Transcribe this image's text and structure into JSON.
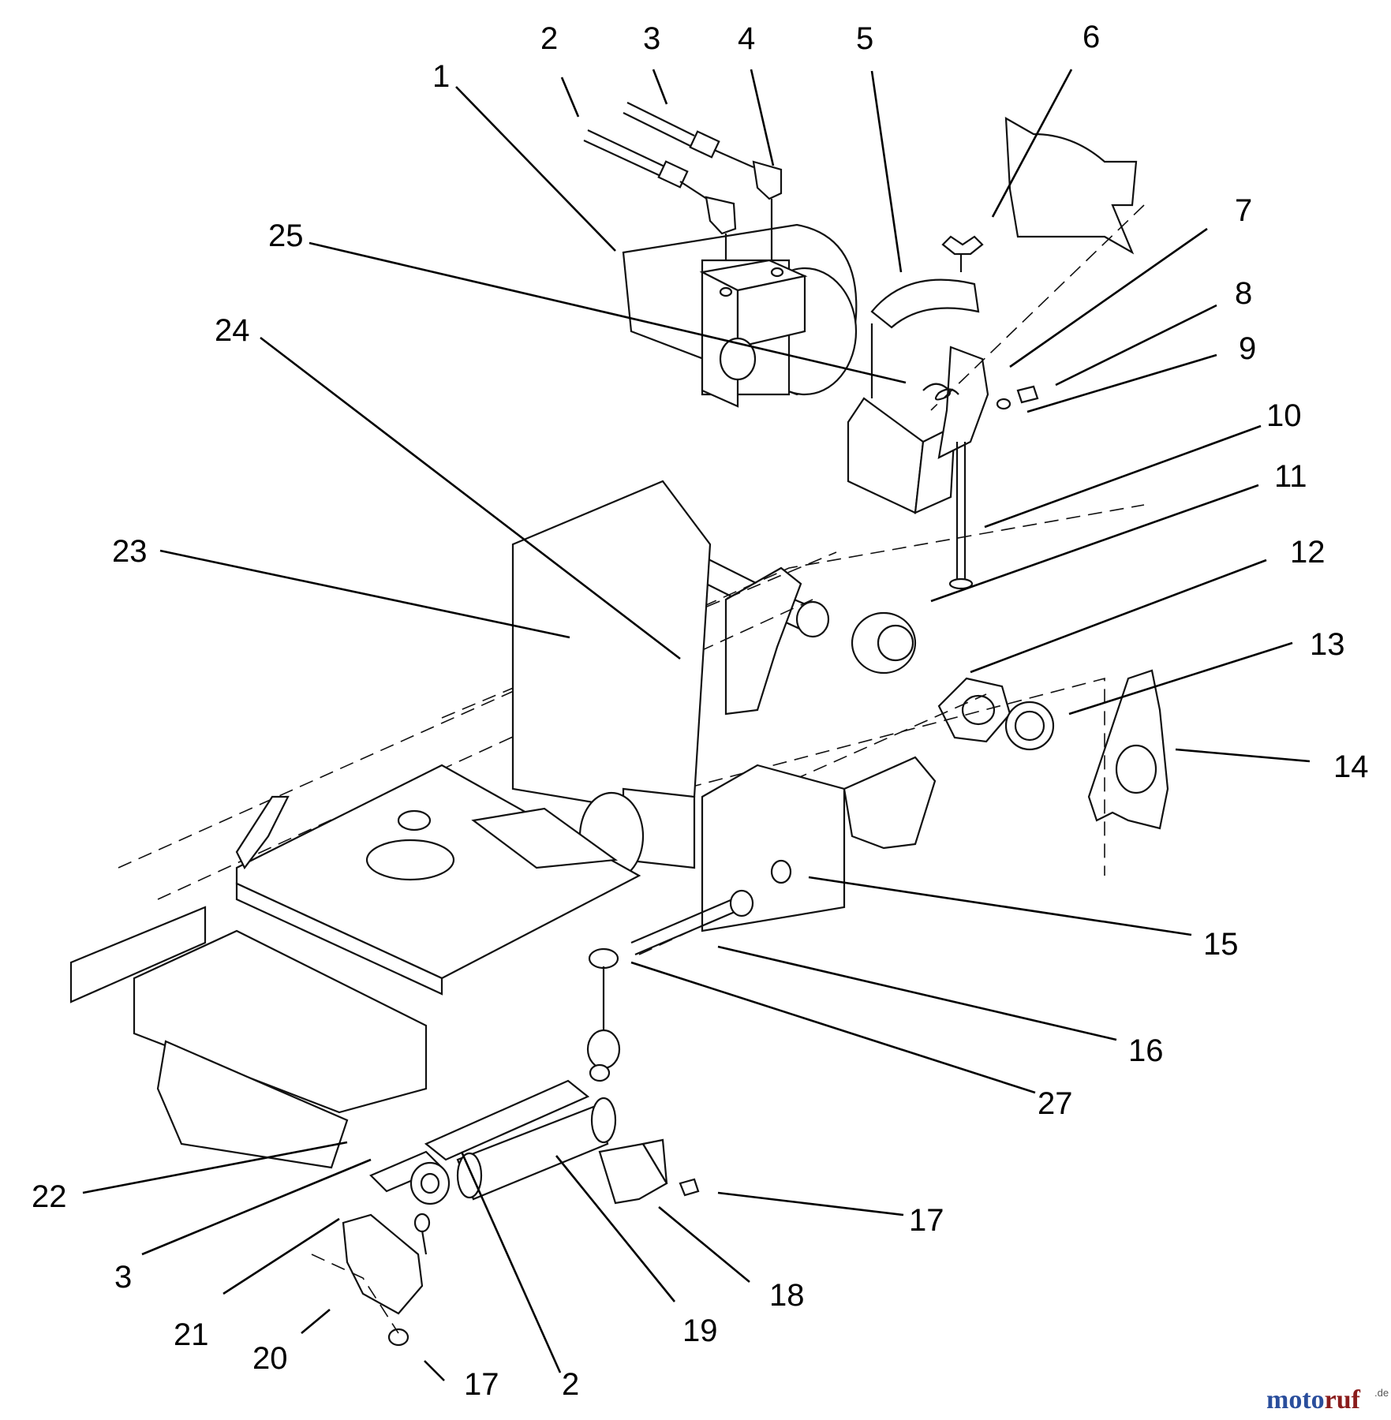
{
  "diagram": {
    "callouts": [
      {
        "id": "c1",
        "label": "1"
      },
      {
        "id": "c2a",
        "label": "2"
      },
      {
        "id": "c3a",
        "label": "3"
      },
      {
        "id": "c4",
        "label": "4"
      },
      {
        "id": "c5",
        "label": "5"
      },
      {
        "id": "c6",
        "label": "6"
      },
      {
        "id": "c7",
        "label": "7"
      },
      {
        "id": "c8",
        "label": "8"
      },
      {
        "id": "c9",
        "label": "9"
      },
      {
        "id": "c10",
        "label": "10"
      },
      {
        "id": "c11",
        "label": "11"
      },
      {
        "id": "c12",
        "label": "12"
      },
      {
        "id": "c13",
        "label": "13"
      },
      {
        "id": "c14",
        "label": "14"
      },
      {
        "id": "c15",
        "label": "15"
      },
      {
        "id": "c16",
        "label": "16"
      },
      {
        "id": "c27",
        "label": "27"
      },
      {
        "id": "c17a",
        "label": "17"
      },
      {
        "id": "c18",
        "label": "18"
      },
      {
        "id": "c19",
        "label": "19"
      },
      {
        "id": "c2b",
        "label": "2"
      },
      {
        "id": "c17b",
        "label": "17"
      },
      {
        "id": "c20",
        "label": "20"
      },
      {
        "id": "c21",
        "label": "21"
      },
      {
        "id": "c3b",
        "label": "3"
      },
      {
        "id": "c22",
        "label": "22"
      },
      {
        "id": "c23",
        "label": "23"
      },
      {
        "id": "c24",
        "label": "24"
      },
      {
        "id": "c25",
        "label": "25"
      }
    ]
  },
  "watermark": {
    "part1": "moto",
    "part2": "ruf",
    "suffix": ".de"
  }
}
